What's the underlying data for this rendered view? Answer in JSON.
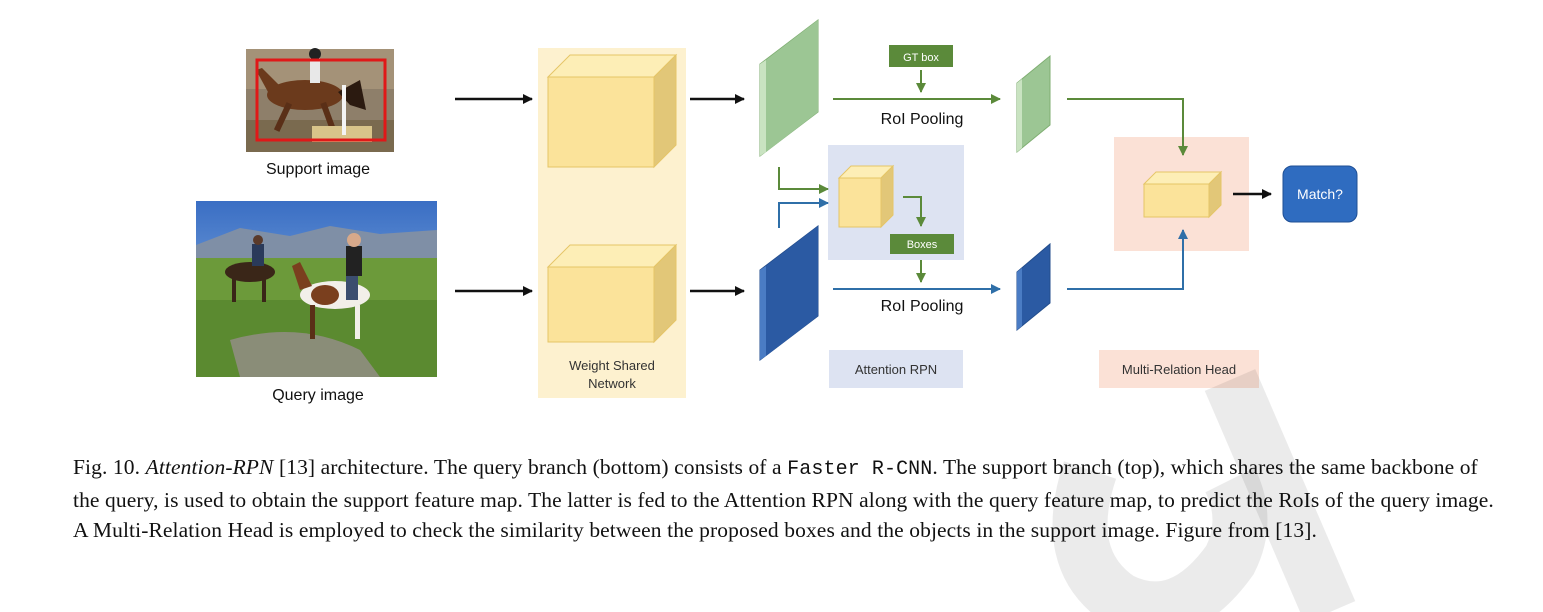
{
  "figure": {
    "support_image_label": "Support image",
    "query_image_label": "Query image",
    "weight_shared_label_line1": "Weight Shared",
    "weight_shared_label_line2": "Network",
    "gt_box_label": "GT box",
    "roi_pooling_top": "RoI Pooling",
    "boxes_label": "Boxes",
    "roi_pooling_bottom": "RoI Pooling",
    "attention_rpn_label": "Attention RPN",
    "multi_relation_label": "Multi-Relation Head",
    "match_label": "Match?"
  },
  "caption": {
    "prefix": "Fig. 10. ",
    "method": "Attention-RPN",
    "part1": " [13] architecture. The query branch (bottom) consists of a ",
    "code": "Faster R-CNN",
    "part2": ". The support branch (top), which shares the same backbone of the query, is used to obtain the support feature map. The latter is fed to the Attention RPN along with the query feature map, to predict the RoIs of the query image. A Multi-Relation Head is employed to check the similarity between the proposed boxes and the objects in the support image. Figure from [13]."
  },
  "colors": {
    "green_arrow": "#5b8a3a",
    "blue_arrow": "#2f6fa8",
    "feature_green": "#a9d0a0",
    "feature_blue": "#2c5ea8",
    "cube_yellow": "#fbe39a",
    "weight_shared_bg": "#fdf1cf",
    "attention_rpn_bg": "#dde3f2",
    "multi_relation_bg": "#fbe1d6",
    "match_button": "#2f6cc0"
  }
}
